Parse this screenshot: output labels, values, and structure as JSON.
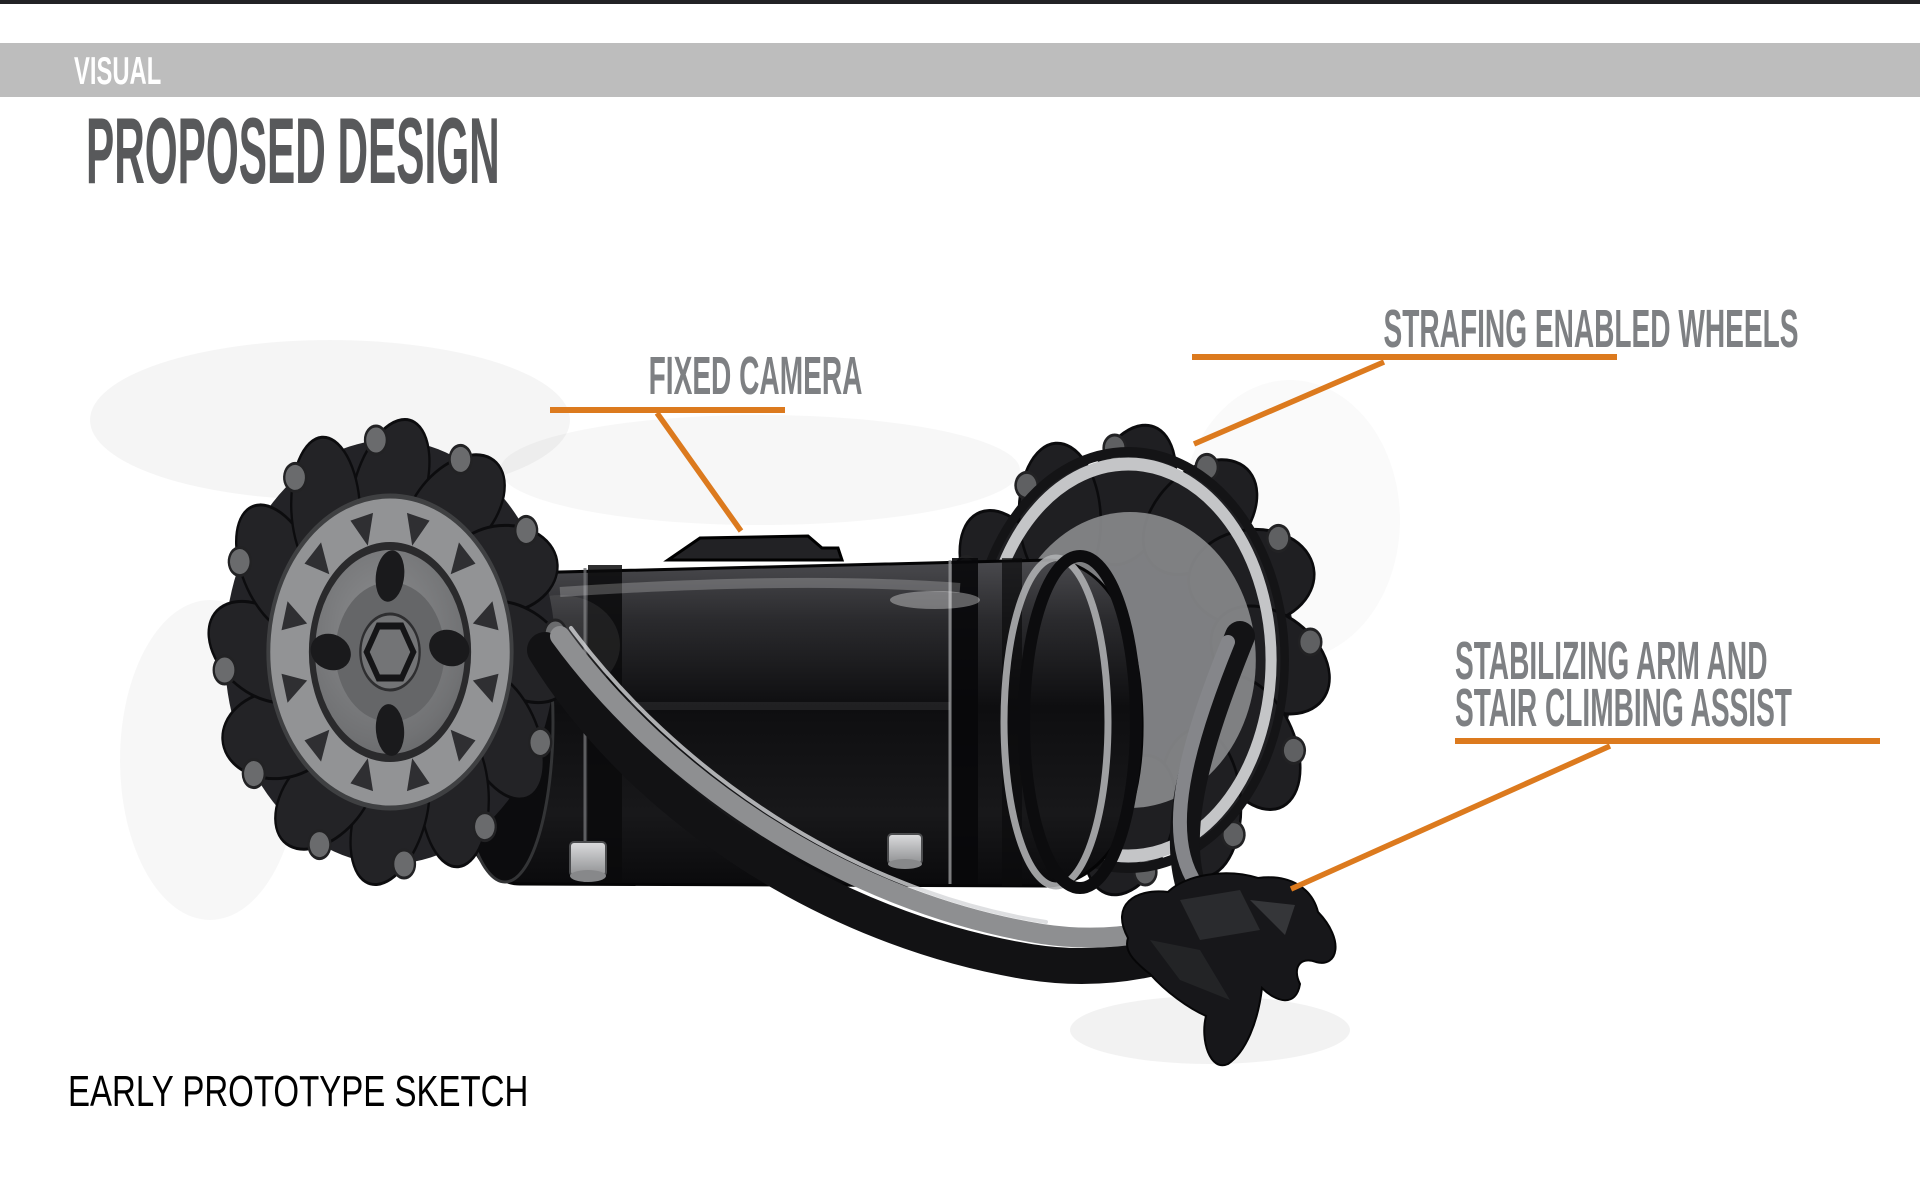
{
  "slide": {
    "kicker": "VISUAL",
    "title": "PROPOSED DESIGN",
    "caption": "EARLY PROTOTYPE SKETCH"
  },
  "annotations": {
    "fixed_camera": {
      "label": "FIXED CAMERA"
    },
    "strafing_wheels": {
      "label": "STRAFING ENABLED WHEELS"
    },
    "stabilizing_arm": {
      "lines": [
        "STABILIZING ARM AND",
        "STAIR CLIMBING ASSIST"
      ]
    }
  },
  "colors": {
    "accent_orange": "#DC7A1E",
    "top_bar": "#222225",
    "banner_gray": "#BDBDBD",
    "title_gray": "#58595B",
    "label_gray": "#7E8083",
    "caption_black": "#000000"
  }
}
